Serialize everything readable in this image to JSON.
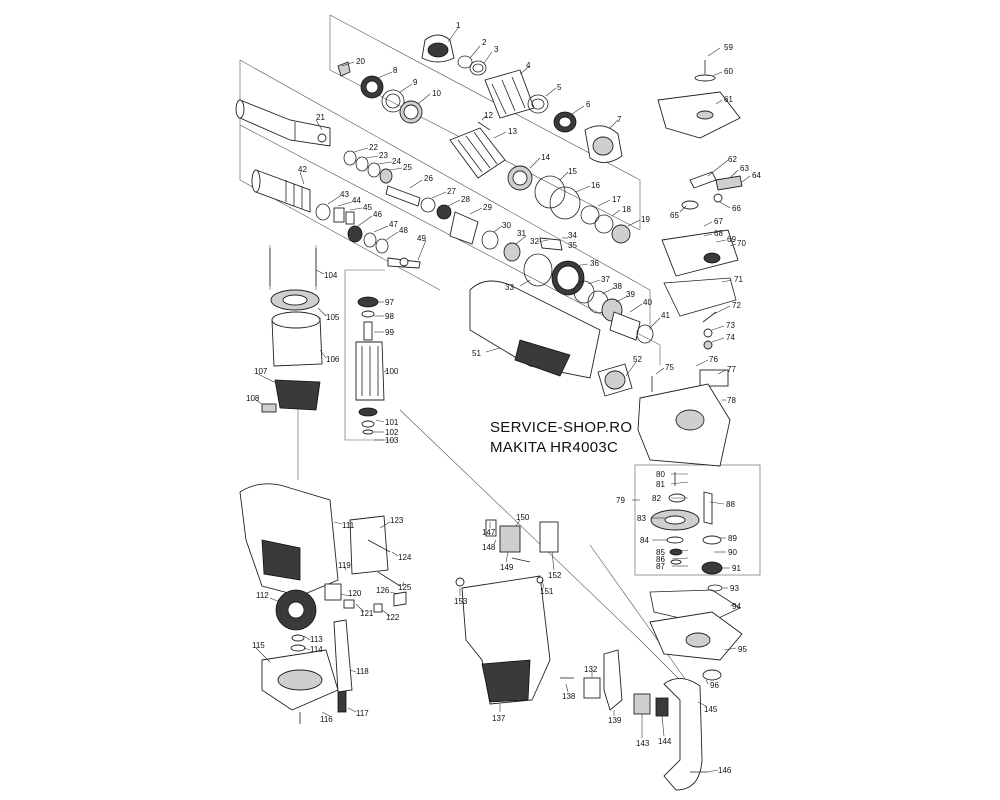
{
  "diagram": {
    "title_lines": [
      "SERVICE-SHOP.RO",
      "MAKITA HR4003C"
    ]
  },
  "parts": [
    "1",
    "2",
    "3",
    "4",
    "5",
    "6",
    "7",
    "8",
    "9",
    "10",
    "12",
    "13",
    "14",
    "15",
    "16",
    "17",
    "18",
    "19",
    "20",
    "21",
    "22",
    "23",
    "24",
    "25",
    "26",
    "27",
    "28",
    "29",
    "30",
    "31",
    "32",
    "33",
    "34",
    "35",
    "36",
    "37",
    "38",
    "39",
    "40",
    "41",
    "42",
    "43",
    "44",
    "45",
    "46",
    "47",
    "48",
    "49",
    "51",
    "52",
    "59",
    "60",
    "61",
    "62",
    "63",
    "64",
    "65",
    "66",
    "67",
    "68",
    "69",
    "70",
    "71",
    "72",
    "73",
    "74",
    "75",
    "76",
    "77",
    "78",
    "79",
    "80",
    "81",
    "82",
    "83",
    "84",
    "85",
    "86",
    "87",
    "88",
    "89",
    "90",
    "91",
    "93",
    "94",
    "95",
    "96",
    "97",
    "98",
    "99",
    "100",
    "101",
    "102",
    "103",
    "104",
    "105",
    "106",
    "107",
    "108",
    "111",
    "112",
    "113",
    "114",
    "115",
    "116",
    "117",
    "118",
    "119",
    "120",
    "121",
    "122",
    "123",
    "124",
    "125",
    "126",
    "132",
    "137",
    "138",
    "139",
    "143",
    "144",
    "145",
    "146",
    "147",
    "148",
    "149",
    "150",
    "151",
    "152",
    "153"
  ]
}
